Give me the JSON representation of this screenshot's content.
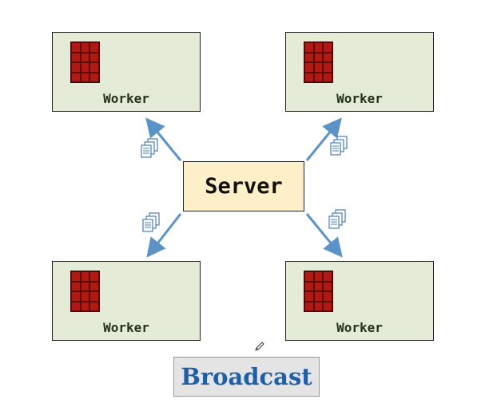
{
  "server": {
    "label": "Server"
  },
  "workers": [
    {
      "label": "Worker"
    },
    {
      "label": "Worker"
    },
    {
      "label": "Worker"
    },
    {
      "label": "Worker"
    }
  ],
  "caption": {
    "label": "Broadcast"
  },
  "colors": {
    "worker_fill": "#e4ecd8",
    "server_fill": "#fdf0c8",
    "grid_red": "#b01a12",
    "arrow_blue": "#5b93c9",
    "caption_text": "#1f5fa8"
  },
  "icons": [
    "documents-icon",
    "pencil-icon"
  ]
}
